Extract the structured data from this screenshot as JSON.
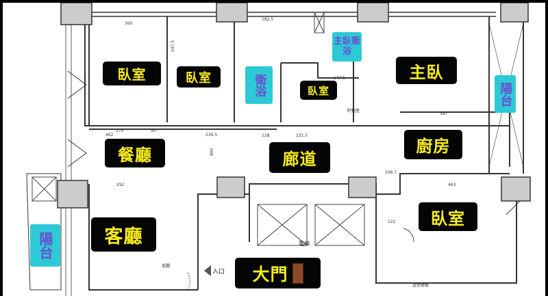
{
  "rooms": {
    "bedroom1": "臥室",
    "bedroom2": "臥室",
    "bedroom3": "臥室",
    "bedroom4": "臥室",
    "master_bedroom": "主臥",
    "dining": "餐廳",
    "corridor": "廊道",
    "kitchen": "廚房",
    "living": "客廳",
    "main_door": "大門"
  },
  "wet_areas": {
    "bathroom": "衛浴",
    "master_bathroom": "主臥衛浴",
    "balcony_right": "陽台",
    "balcony_left": "陽台"
  },
  "annotations": {
    "elevator": "電梯",
    "foyer": "玄關",
    "entrance": "入口",
    "storage": "貯物室",
    "feature_wall": "造型壁板"
  },
  "dimensions": [
    "360",
    "247.5",
    "270",
    "90",
    "462",
    "236.5",
    "182.5",
    "387",
    "463",
    "292",
    "106.7",
    "122",
    "147.5",
    "231.5",
    "128",
    "400"
  ],
  "icons": {
    "entrance_arrow": "arrow-left-icon",
    "door": "door-icon"
  },
  "colors": {
    "label_bg": "#050505",
    "label_text": "#f6ec1c",
    "wet_bg": "#2ec9d6",
    "wet_text": "#6a4fd0"
  }
}
